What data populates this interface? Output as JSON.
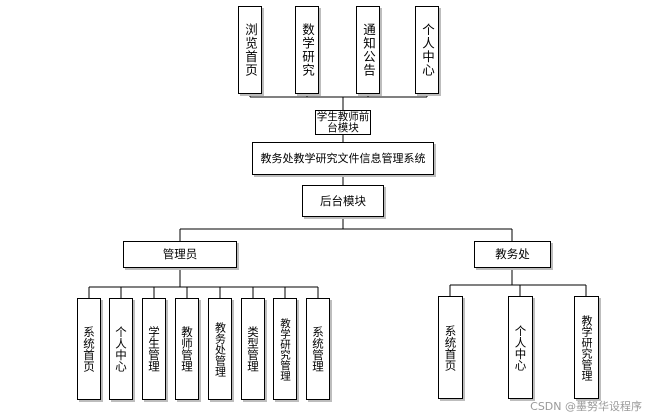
{
  "diagram": {
    "frontend_tabs": [
      "浏览首页",
      "数学研究",
      "通知公告",
      "个人中心"
    ],
    "frontend_module": "学生教师前台模块",
    "system_name": "教务处教学研究文件信息管理系统",
    "backend_module": "后台模块",
    "admin_role": "管理员",
    "office_role": "教务处",
    "admin_functions": [
      "系统首页",
      "个人中心",
      "学生管理",
      "教师管理",
      "教务处管理",
      "类型管理",
      "教学研究管理",
      "系统管理"
    ],
    "office_functions": [
      "系统首页",
      "个人中心",
      "教学研究管理"
    ]
  },
  "watermark": "CSDN @墨努华设程序"
}
